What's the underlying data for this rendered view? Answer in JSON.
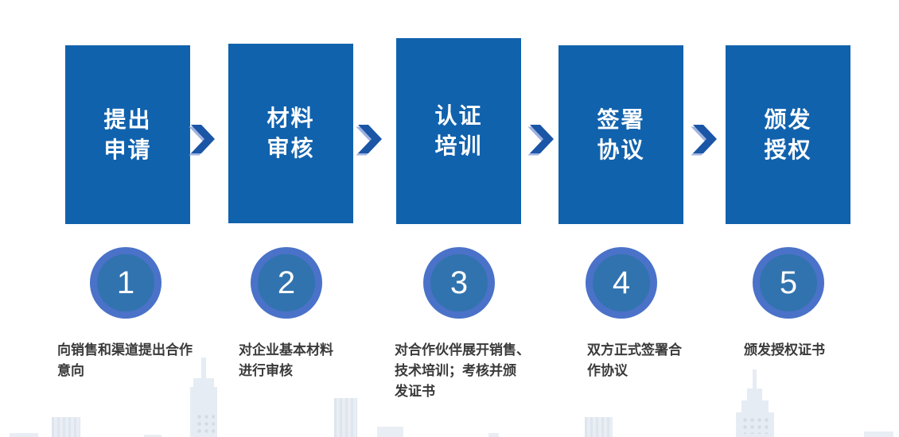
{
  "diagram": {
    "colors": {
      "box": "#1162ad",
      "chevron": "#1b55a6",
      "chevron_bevel": "#9fb3df",
      "circle_ring": "#4a72c8",
      "circle_fill": "#3173ae",
      "title_text": "#ffffff",
      "description_text": "#3a3a3a",
      "skyline": "#e9eef4"
    },
    "steps": [
      {
        "number": "1",
        "title": "提出\n申请",
        "description": "向销售和渠道提出合作\n意向"
      },
      {
        "number": "2",
        "title": "材料\n审核",
        "description": "对企业基本材料\n进行审核"
      },
      {
        "number": "3",
        "title": "认证\n培训",
        "description": "对合作伙伴展开销售、\n技术培训；考核并颁\n发证书"
      },
      {
        "number": "4",
        "title": "签署\n协议",
        "description": "双方正式签署合\n作协议"
      },
      {
        "number": "5",
        "title": "颁发\n授权",
        "description": "颁发授权证书"
      }
    ]
  }
}
